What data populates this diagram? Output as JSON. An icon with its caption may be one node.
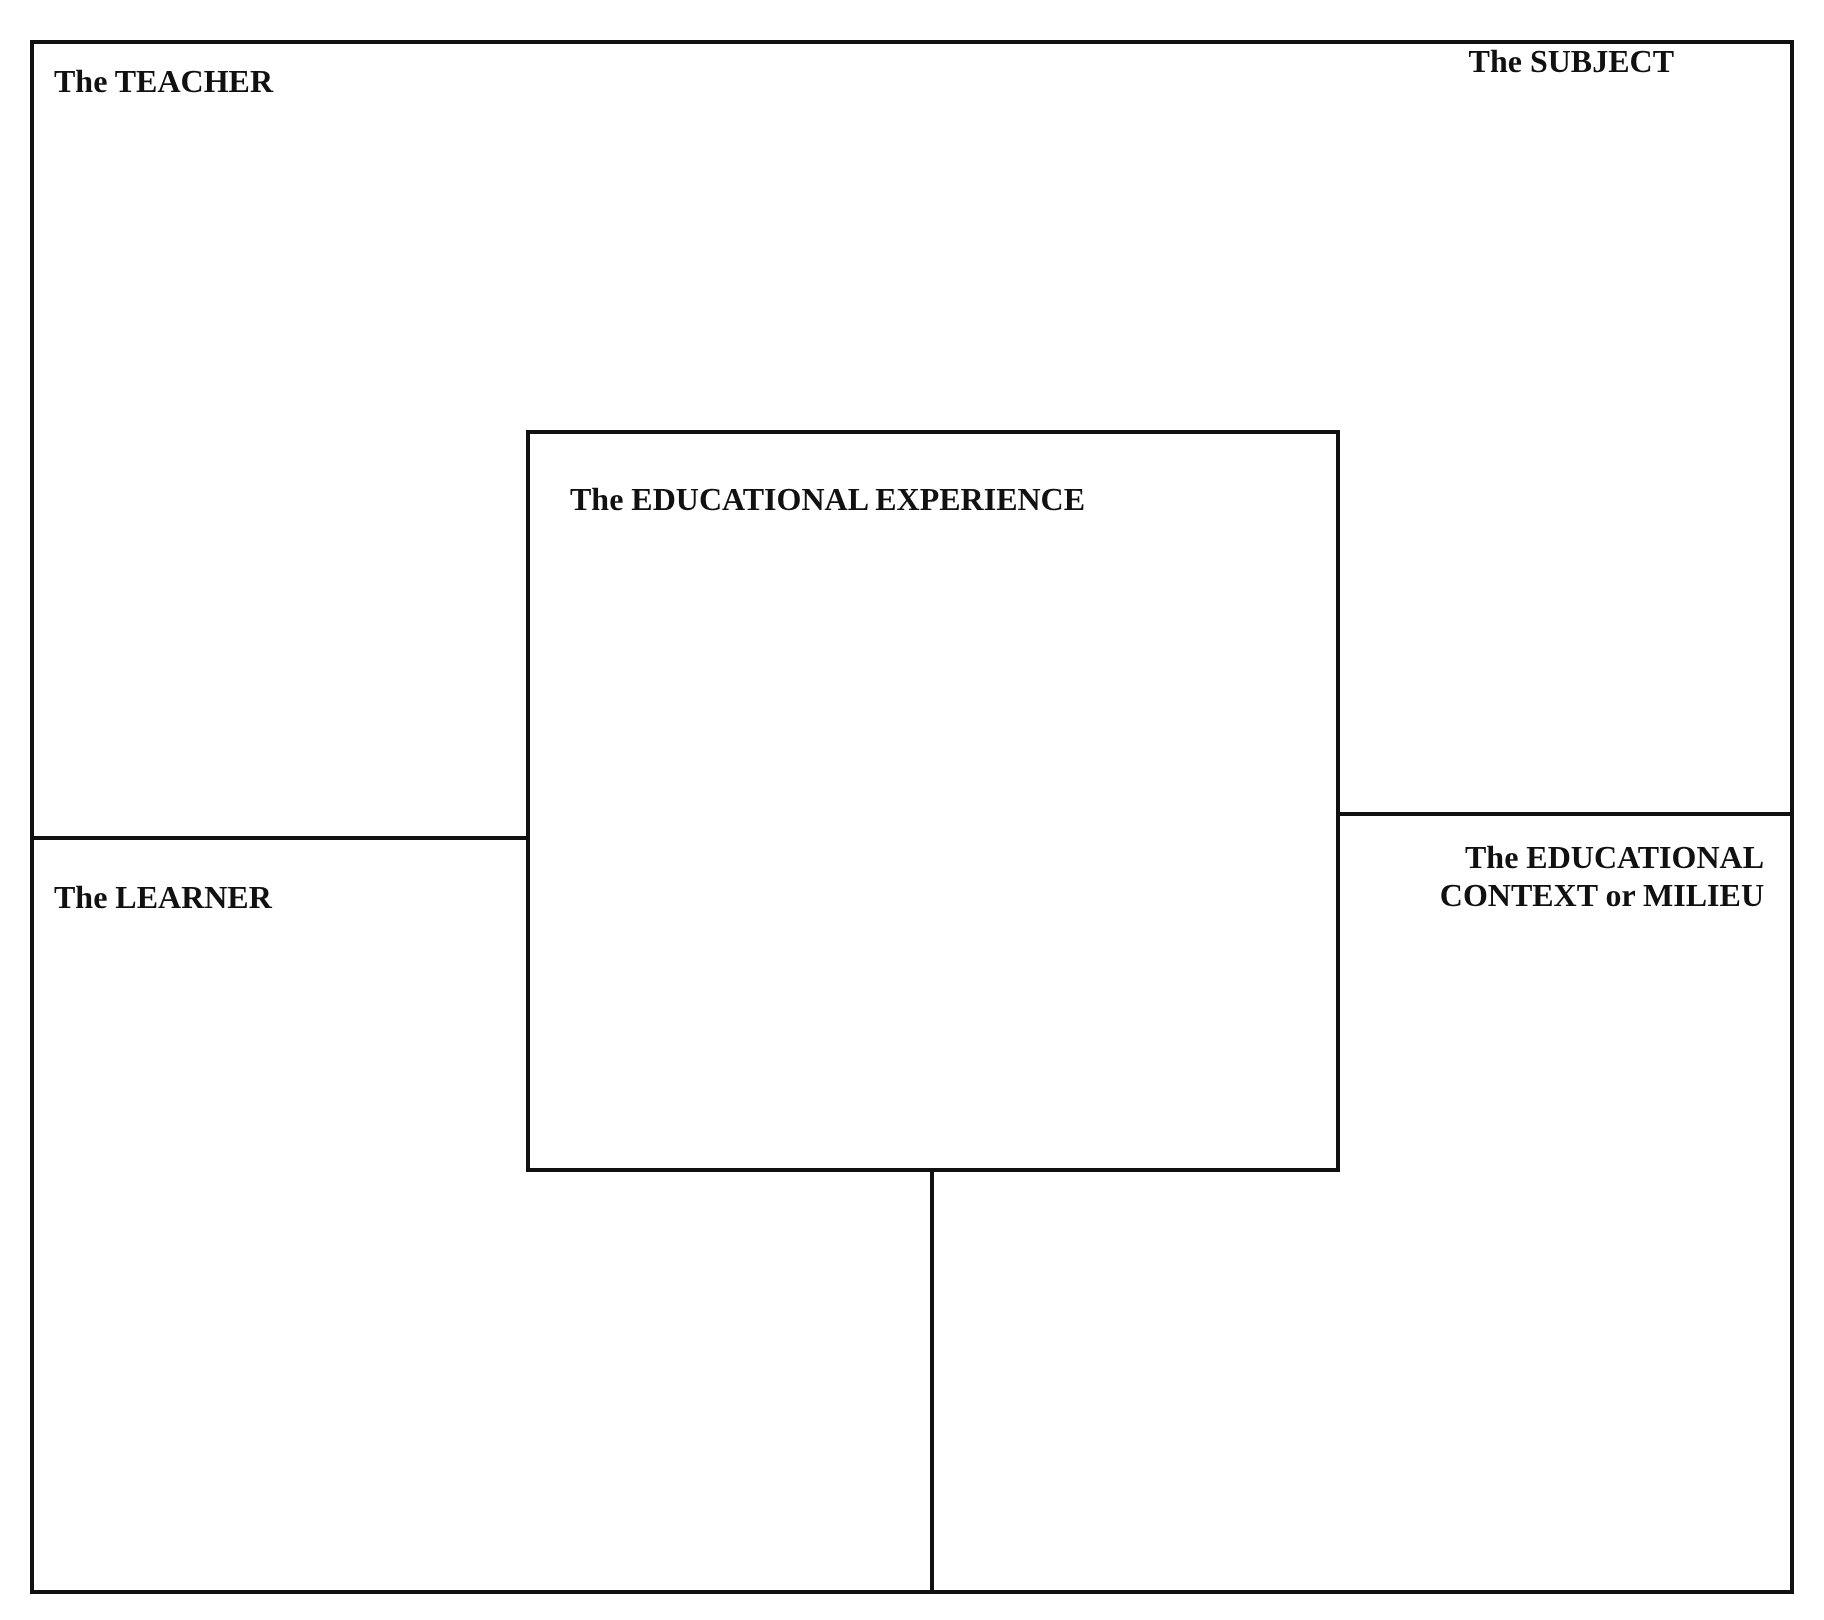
{
  "diagram": {
    "nodes": [
      {
        "text": [
          "The TEACHER"
        ]
      },
      {
        "text": [
          "The SUBJECT"
        ]
      },
      {
        "text": [
          "The LEARNER"
        ]
      },
      {
        "text": [
          "The EDUCATIONAL CONTEXT or MILIEU"
        ]
      },
      {
        "text": [
          "The EDUCATIONAL EXPERIENCE"
        ]
      }
    ]
  }
}
